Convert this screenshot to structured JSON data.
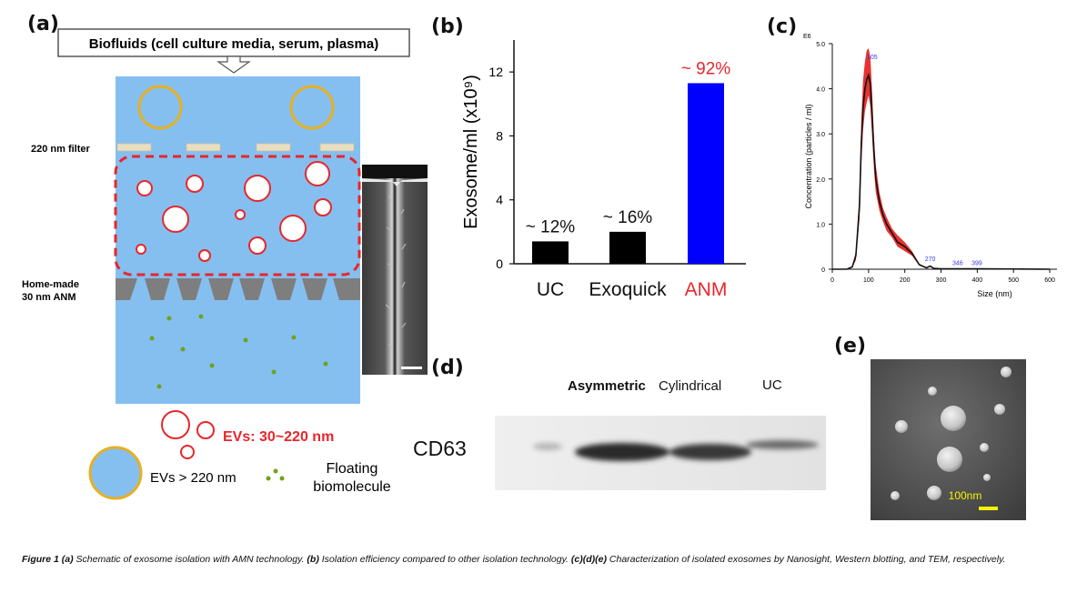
{
  "panel_a": {
    "label": "(a)",
    "header_box": "Biofluids (cell culture media, serum, plasma)",
    "filter_label": "220 nm filter",
    "membrane_label_line1": "Home-made",
    "membrane_label_line2": "30 nm ANM",
    "legend_ev_small": "EVs: 30~220 nm",
    "legend_ev_large": "EVs > 220 nm",
    "legend_floating_line1": "Floating",
    "legend_floating_line2": "biomolecule",
    "colors": {
      "fluid": "#85bff0",
      "large_ev_ring": "#e5b023",
      "small_ev_ring": "#e8262b",
      "membrane": "#7e7e7e",
      "biomolecule": "#6fa21d"
    }
  },
  "panel_b": {
    "label": "(b)"
  },
  "panel_c": {
    "label": "(c)"
  },
  "panel_d": {
    "label": "(d)",
    "col_asymmetric": "Asymmetric",
    "col_cylindrical": "Cylindrical",
    "col_uc": "UC",
    "row_label": "CD63"
  },
  "panel_e": {
    "label": "(e)",
    "scale_bar": "100nm"
  },
  "caption": {
    "fig_label": "Figure 1",
    "a_label": "(a)",
    "a_text": "Schematic of exosome isolation with AMN technology.",
    "b_label": "(b)",
    "b_text": "Isolation efficiency compared to other isolation technology.",
    "cde_label": "(c)(d)(e)",
    "cde_text": "Characterization of isolated exosomes by Nanosight, Western blotting, and TEM, respectively."
  },
  "chart_data": [
    {
      "type": "bar",
      "ylabel": "Exosome/ml (x10⁹)",
      "categories": [
        "UC",
        "Exoquick",
        "ANM"
      ],
      "values": [
        1.4,
        2.0,
        11.3
      ],
      "data_labels": [
        "~ 12%",
        "~ 16%",
        "~ 92%"
      ],
      "bar_colors": [
        "#000000",
        "#000000",
        "#0000ff"
      ],
      "category_colors": [
        "#111111",
        "#111111",
        "#e8262b"
      ],
      "ylim": [
        0,
        14
      ],
      "yticks": [
        0,
        4,
        8,
        12
      ]
    },
    {
      "type": "line",
      "ylabel": "Concentration (particles / ml)",
      "xlabel": "Size (nm)",
      "y_unit_label": "E6",
      "xlim": [
        0,
        620
      ],
      "ylim": [
        0,
        5.0
      ],
      "xticks": [
        0,
        100,
        200,
        300,
        400,
        500,
        600
      ],
      "yticks": [
        0,
        1.0,
        2.0,
        3.0,
        4.0,
        5.0
      ],
      "x": [
        0,
        40,
        55,
        65,
        75,
        80,
        85,
        90,
        95,
        100,
        105,
        110,
        115,
        120,
        130,
        140,
        150,
        165,
        180,
        200,
        220,
        240,
        260,
        270,
        280,
        300,
        346,
        400,
        600
      ],
      "values": [
        0,
        0,
        0.05,
        0.3,
        1.4,
        2.8,
        3.6,
        4.0,
        4.2,
        4.3,
        4.1,
        3.4,
        2.6,
        2.0,
        1.5,
        1.2,
        1.0,
        0.8,
        0.6,
        0.5,
        0.35,
        0.1,
        0.03,
        0.07,
        0.02,
        0.01,
        0.01,
        0.01,
        0
      ],
      "upper": [
        0,
        0,
        0.06,
        0.4,
        1.7,
        3.3,
        4.2,
        4.6,
        4.85,
        4.9,
        4.7,
        3.9,
        2.9,
        2.3,
        1.7,
        1.35,
        1.15,
        0.9,
        0.75,
        0.6,
        0.4,
        0.12,
        0.04,
        0.08,
        0.03,
        0.01,
        0.01,
        0.01,
        0
      ],
      "lower": [
        0,
        0,
        0.04,
        0.2,
        1.1,
        2.3,
        3.1,
        3.5,
        3.7,
        3.85,
        3.6,
        2.9,
        2.2,
        1.7,
        1.3,
        1.05,
        0.85,
        0.7,
        0.5,
        0.4,
        0.3,
        0.08,
        0.02,
        0.06,
        0.01,
        0.01,
        0.01,
        0.01,
        0
      ],
      "peak_labels": [
        "105",
        "270",
        "346",
        "399"
      ],
      "peak_x": [
        105,
        270,
        346,
        399
      ],
      "peak_y": [
        4.6,
        0.12,
        0.03,
        0.03
      ],
      "line_color": "#111111",
      "band_color": "#e51b1b",
      "label_color": "#3a3ae0"
    }
  ]
}
